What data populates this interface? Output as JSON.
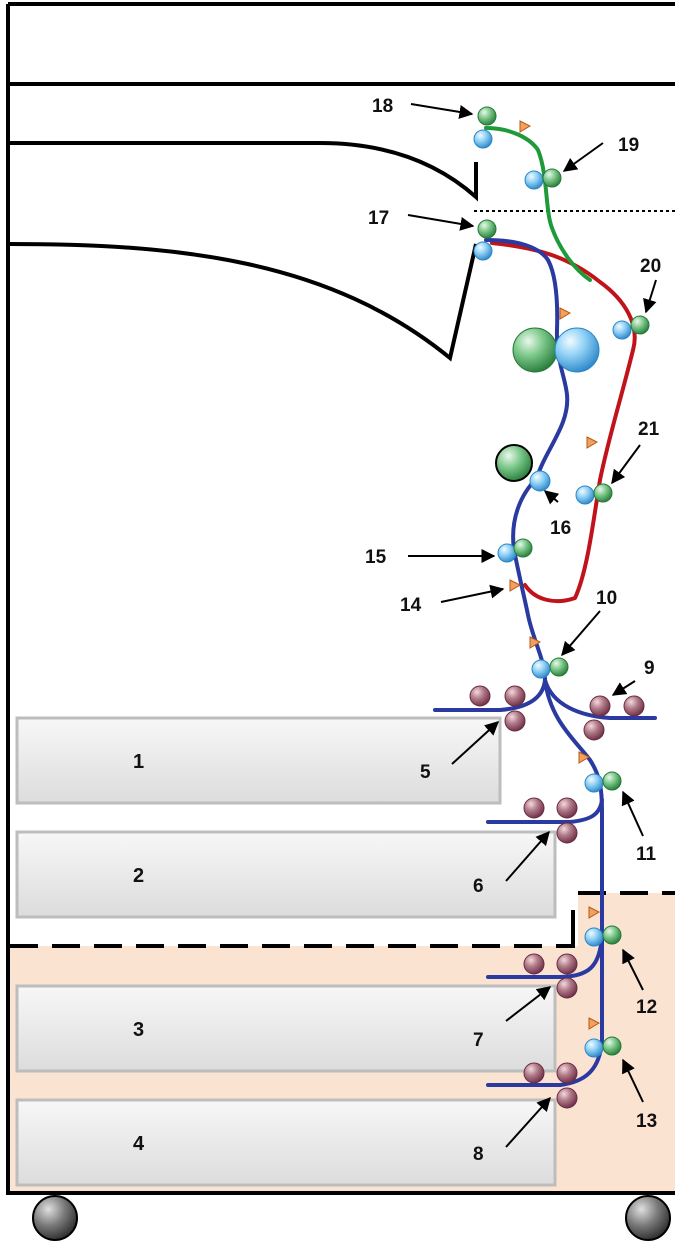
{
  "trays": [
    {
      "label": "1"
    },
    {
      "label": "2"
    },
    {
      "label": "3"
    },
    {
      "label": "4"
    }
  ],
  "callouts": [
    {
      "label": "5"
    },
    {
      "label": "6"
    },
    {
      "label": "7"
    },
    {
      "label": "8"
    },
    {
      "label": "9"
    },
    {
      "label": "10"
    },
    {
      "label": "11"
    },
    {
      "label": "12"
    },
    {
      "label": "13"
    },
    {
      "label": "14"
    },
    {
      "label": "15"
    },
    {
      "label": "16"
    },
    {
      "label": "17"
    },
    {
      "label": "18"
    },
    {
      "label": "19"
    },
    {
      "label": "20"
    },
    {
      "label": "21"
    }
  ],
  "colors": {
    "frame": "#000000",
    "main_path": "#2a3aa0",
    "duplex_path": "#c0141c",
    "exit_path": "#1f9a3a",
    "optional_unit_fill": "#fbe3d2",
    "roller_green": "#4fae5f",
    "roller_blue": "#5cb4ea",
    "roller_purple": "#8a4a60",
    "sensor_orange": "#e8823a",
    "tray_fill": "#e4e4e4",
    "caster": "#555555"
  }
}
